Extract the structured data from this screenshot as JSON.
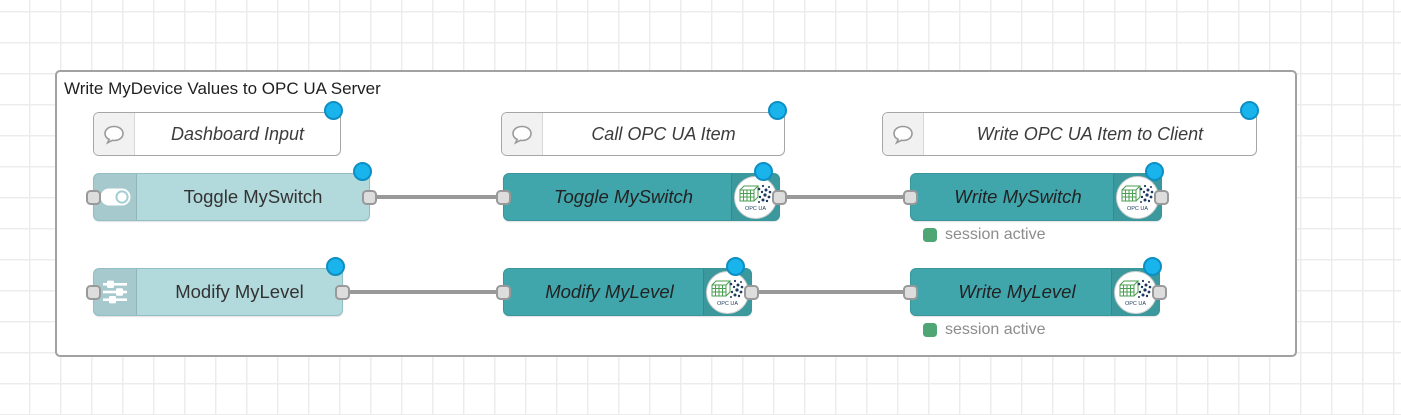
{
  "group": {
    "title": "Write MyDevice Values to OPC UA Server"
  },
  "nodes": {
    "comment_dashboard": {
      "type": "comment",
      "label": "Dashboard Input",
      "icon": "speech-bubble-icon"
    },
    "comment_call": {
      "type": "comment",
      "label": "Call OPC UA Item",
      "icon": "speech-bubble-icon"
    },
    "comment_write": {
      "type": "comment",
      "label": "Write OPC UA Item to Client",
      "icon": "speech-bubble-icon"
    },
    "ui_toggle": {
      "type": "ui-switch",
      "label": "Toggle MySwitch",
      "icon": "toggle-switch-icon"
    },
    "ui_slider": {
      "type": "ui-slider",
      "label": "Modify MyLevel",
      "icon": "sliders-icon"
    },
    "opcua_toggle": {
      "type": "opcua-item",
      "label": "Toggle MySwitch",
      "icon": "opcua-logo-icon"
    },
    "opcua_modify": {
      "type": "opcua-item",
      "label": "Modify MyLevel",
      "icon": "opcua-logo-icon"
    },
    "opcua_write_switch": {
      "type": "opcua-client",
      "label": "Write MySwitch",
      "icon": "opcua-logo-icon",
      "status": "session active"
    },
    "opcua_write_level": {
      "type": "opcua-client",
      "label": "Write MyLevel",
      "icon": "opcua-logo-icon",
      "status": "session active"
    }
  },
  "badge": {
    "label": "OPC UA"
  },
  "indicators": {
    "changed_dot": "node-changed-indicator",
    "status_dot": "status-connected-indicator"
  },
  "colors": {
    "node_teal": "#40a6ac",
    "node_light_teal": "#b2d9dc",
    "comment_bg": "#ffffff",
    "group_border": "#a1a1a1",
    "wire": "#999999",
    "changed_dot_fill": "#1ab4ec",
    "changed_dot_ring": "#0d8fc4",
    "status_green": "#4fa573",
    "status_text_gray": "#8c8c8c",
    "grid_line": "#ececec"
  }
}
